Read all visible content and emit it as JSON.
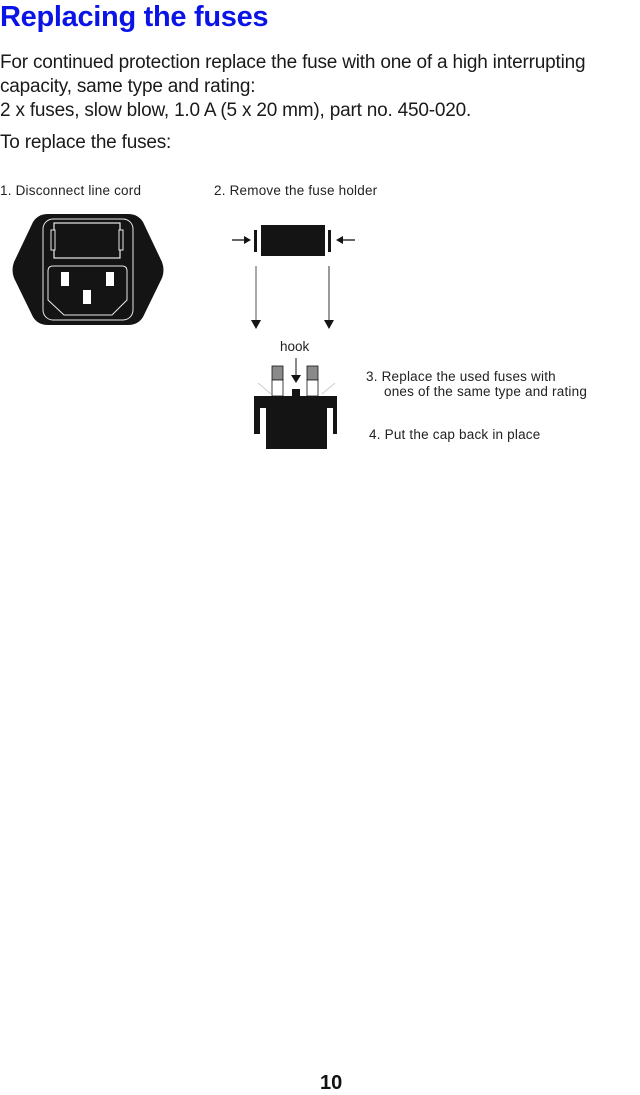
{
  "page": {
    "title": "Replacing the fuses",
    "title_color": "#0a14e6",
    "intro": {
      "line1": "For continued protection replace the fuse with one of a high interrupting",
      "line2": "capacity, same type and rating:",
      "line3": "2 x fuses, slow blow, 1.0 A (5 x 20 mm), part no. 450-020."
    },
    "instruction": "To replace the fuses:",
    "steps": [
      {
        "number": "1.",
        "label": "1. Disconnect line cord"
      },
      {
        "number": "2.",
        "label": "2. Remove the fuse holder"
      },
      {
        "number": "3.",
        "label_line1": "3. Replace the used fuses with",
        "label_line2": "ones of the same type and rating"
      },
      {
        "number": "4.",
        "label": "4. Put the cap back in place"
      }
    ],
    "diagram": {
      "hook_label": "hook",
      "icons": [
        "power-inlet-icon",
        "fuse-holder-icon",
        "arrow-right-icon",
        "arrow-left-icon",
        "arrow-down-icon",
        "fuse-cap-icon"
      ]
    },
    "page_number": "10"
  }
}
